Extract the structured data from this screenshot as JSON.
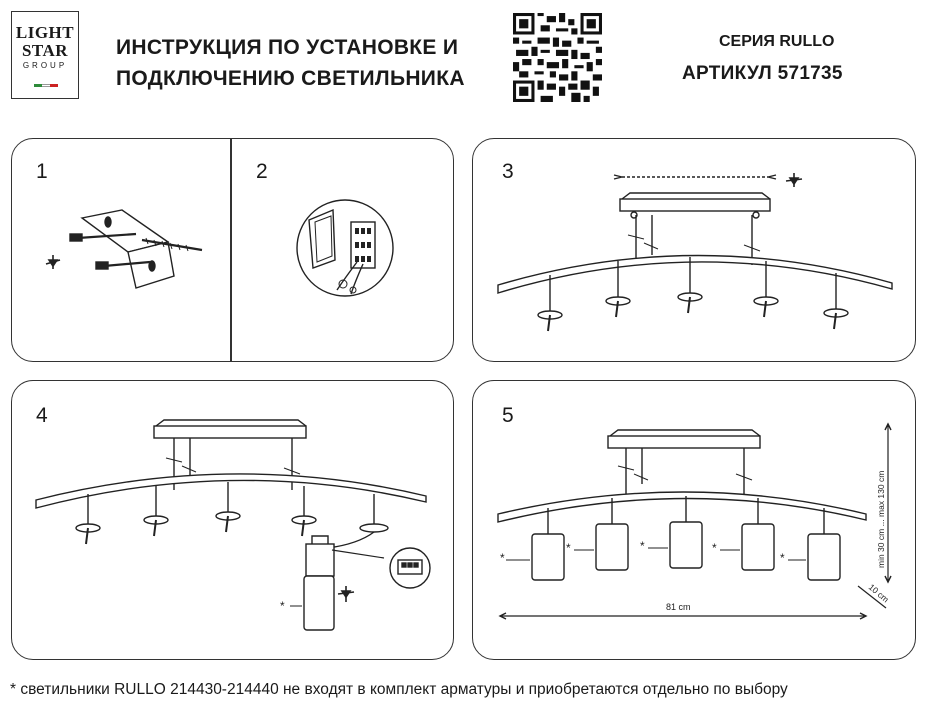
{
  "logo": {
    "line1": "LIGHT",
    "line2": "STAR",
    "line3": "GROUP",
    "flag_colors": [
      "#2e8b3a",
      "#ffffff",
      "#cc2222"
    ]
  },
  "header": {
    "title_line1": "ИНСТРУКЦИЯ ПО УСТАНОВКЕ И",
    "title_line2": "ПОДКЛЮЧЕНИЮ СВЕТИЛЬНИКА",
    "series": "СЕРИЯ RULLO",
    "article": "АРТИКУЛ 571735"
  },
  "steps": [
    {
      "number": "1"
    },
    {
      "number": "2"
    },
    {
      "number": "3"
    },
    {
      "number": "4"
    },
    {
      "number": "5"
    }
  ],
  "dimensions": {
    "width": "81 cm",
    "height": "min 30 cm ... max 130 cm",
    "depth": "10 cm",
    "asterisk": "*"
  },
  "footnote": "* светильники RULLO 214430-214440 не входят в комплект арматуры и приобретаются отдельно по выбору"
}
